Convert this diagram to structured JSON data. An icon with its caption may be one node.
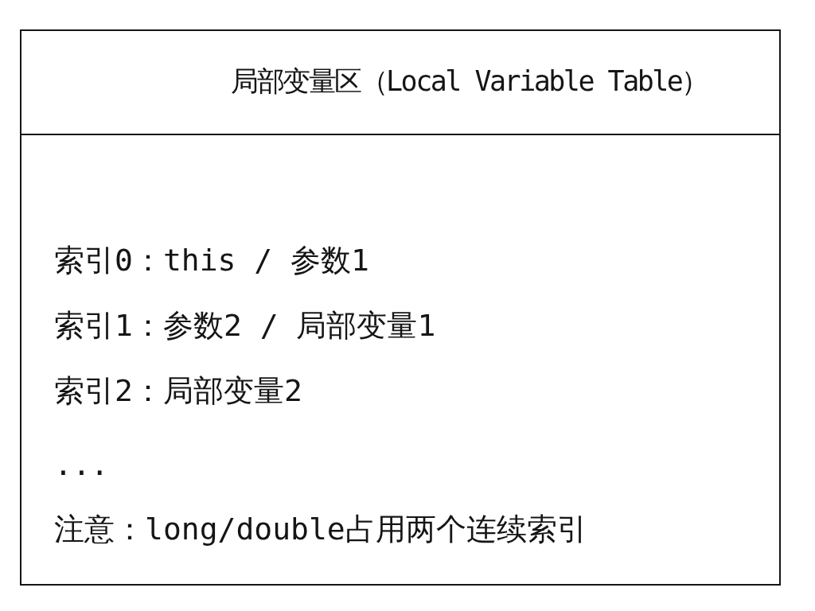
{
  "diagram": {
    "nodes": [
      {
        "text": [
          "局部变量区（Local Variable Table）",
          "索引0：this / 参数1",
          "索引1：参数2 / 局部变量1",
          "索引2：局部变量2",
          "...",
          "注意：long/double占用两个连续索引"
        ]
      }
    ]
  }
}
